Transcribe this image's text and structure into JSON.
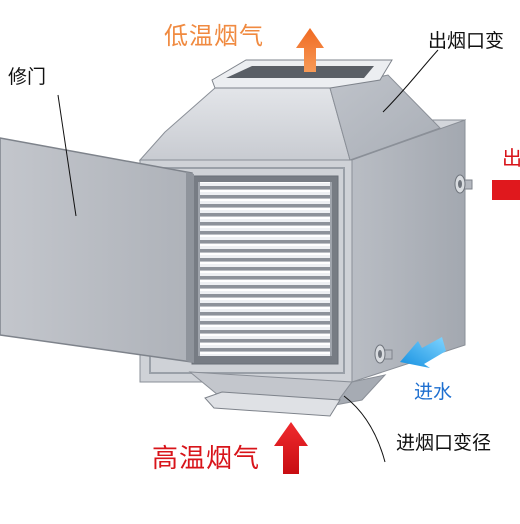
{
  "labels": {
    "low_temp_flue_gas": "低温烟气",
    "outlet_reducer": "出烟口变",
    "access_door": "修门",
    "flue_out_partial": "出",
    "water_in": "进水",
    "high_temp_flue_gas": "高温烟气",
    "inlet_reducer": "进烟口变径"
  },
  "colors": {
    "hot_arrow": "#e8161c",
    "cold_arrow": "#f27a2e",
    "water_arrow": "#1aa3e8",
    "label_orange": "#f08a40",
    "label_red": "#d8141a",
    "label_blue": "#1e6fd0",
    "body_metal": "#c9ccd2",
    "panel_metal": "#d6d9de"
  }
}
